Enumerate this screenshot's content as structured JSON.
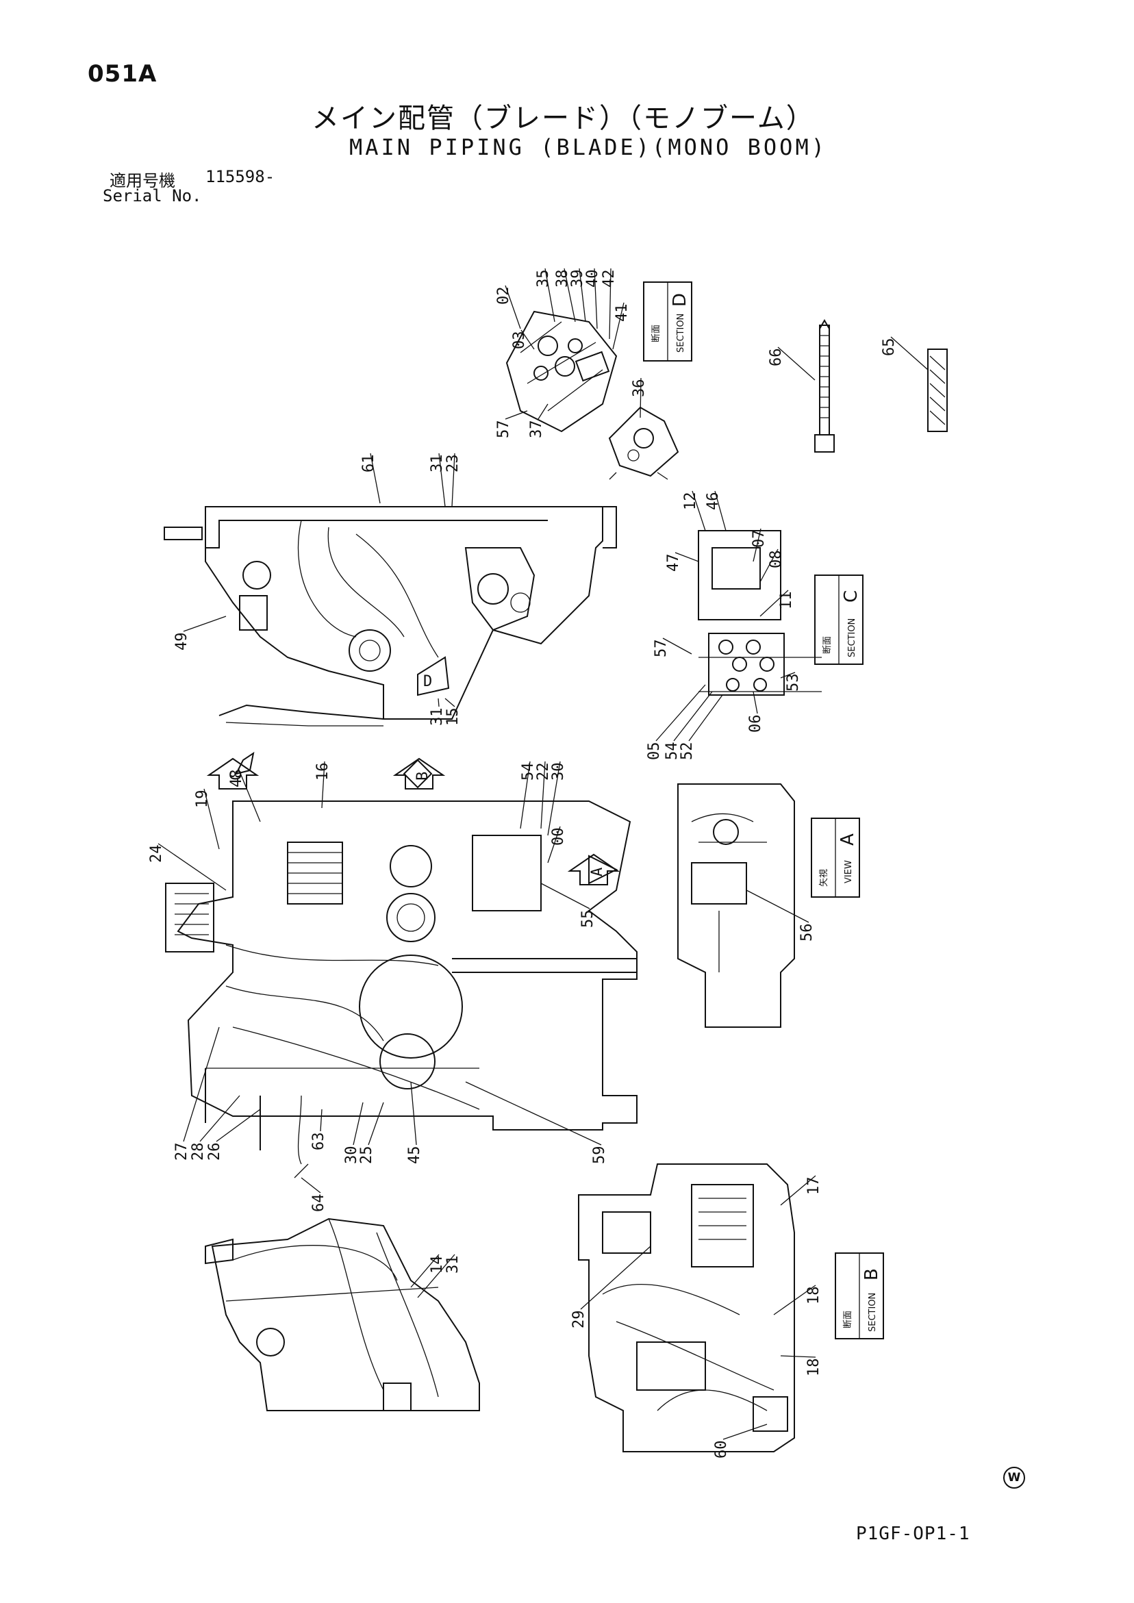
{
  "header": {
    "page_code": "051A",
    "title_jp": "メイン配管（ブレード）（モノブーム）",
    "title_en": "MAIN PIPING (BLADE)(MONO BOOM)",
    "serial_label_jp": "適用号機",
    "serial_number": "115598-",
    "serial_label_en": "Serial No."
  },
  "footer": {
    "drawing_code": "P1GF-OP1-1",
    "mark": "W"
  },
  "sections": {
    "D": {
      "jp": "断面",
      "en": "SECTION",
      "letter": "D"
    },
    "C": {
      "jp": "断面",
      "en": "SECTION",
      "letter": "C"
    },
    "A": {
      "jp": "矢視",
      "en": "VIEW",
      "letter": "A"
    },
    "B": {
      "jp": "断面",
      "en": "SECTION",
      "letter": "B"
    }
  },
  "arrow_markers": [
    "D",
    "C",
    "B",
    "A"
  ],
  "callouts": {
    "section_d": [
      "02",
      "03",
      "35",
      "38",
      "39",
      "40",
      "42",
      "41",
      "57",
      "37",
      "36"
    ],
    "small_parts": [
      "66",
      "65"
    ],
    "upper_view": [
      "61",
      "31",
      "23",
      "49",
      "31",
      "15"
    ],
    "section_c": [
      "12",
      "46",
      "47",
      "07",
      "08",
      "11",
      "57",
      "53",
      "05",
      "54",
      "52",
      "06"
    ],
    "main_view": [
      "19",
      "48",
      "16",
      "54",
      "22",
      "30",
      "00",
      "24",
      "55",
      "27",
      "28",
      "26",
      "63",
      "30",
      "25",
      "45",
      "59",
      "64"
    ],
    "view_a": [
      "56"
    ],
    "lower_left": [
      "14",
      "31"
    ],
    "section_b": [
      "17",
      "29",
      "18",
      "18",
      "60"
    ]
  }
}
